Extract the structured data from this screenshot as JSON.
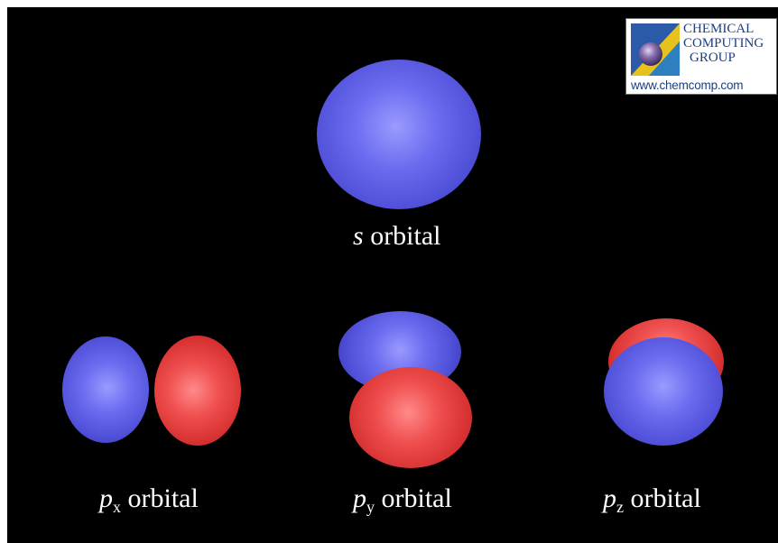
{
  "logo": {
    "line1": "CHEMICAL",
    "line2": "COMPUTING",
    "line3": "GROUP",
    "url": "www.chemcomp.com"
  },
  "labels": {
    "s": {
      "letter": "s",
      "sub": "",
      "word": "orbital"
    },
    "px": {
      "letter": "p",
      "sub": "x",
      "word": "orbital"
    },
    "py": {
      "letter": "p",
      "sub": "y",
      "word": "orbital"
    },
    "pz": {
      "letter": "p",
      "sub": "z",
      "word": "orbital"
    }
  },
  "colors": {
    "background": "#000000",
    "phase_positive": "#5a5ae6",
    "phase_negative": "#e03a3a",
    "label_text": "#ffffff",
    "logo_text": "#1c3f82"
  }
}
